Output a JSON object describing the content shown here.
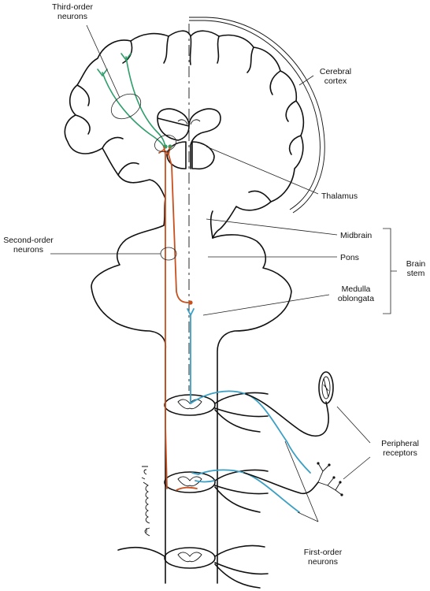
{
  "labels": {
    "third_order_line1": "Third-order",
    "third_order_line2": "neurons",
    "cerebral_cortex_line1": "Cerebral",
    "cerebral_cortex_line2": "cortex",
    "thalamus": "Thalamus",
    "midbrain": "Midbrain",
    "second_order_line1": "Second-order",
    "second_order_line2": "neurons",
    "pons": "Pons",
    "brain_stem_line1": "Brain",
    "brain_stem_line2": "stem",
    "medulla_line1": "Medulla",
    "medulla_line2": "oblongata",
    "peripheral_line1": "Peripheral",
    "peripheral_line2": "receptors",
    "first_order_line1": "First-order",
    "first_order_line2": "neurons"
  },
  "signature": "A. Cummings '91",
  "colors": {
    "third_order": "#2e9e6a",
    "second_order": "#c8501e",
    "first_order": "#3a9fc4",
    "outline": "#111111"
  }
}
